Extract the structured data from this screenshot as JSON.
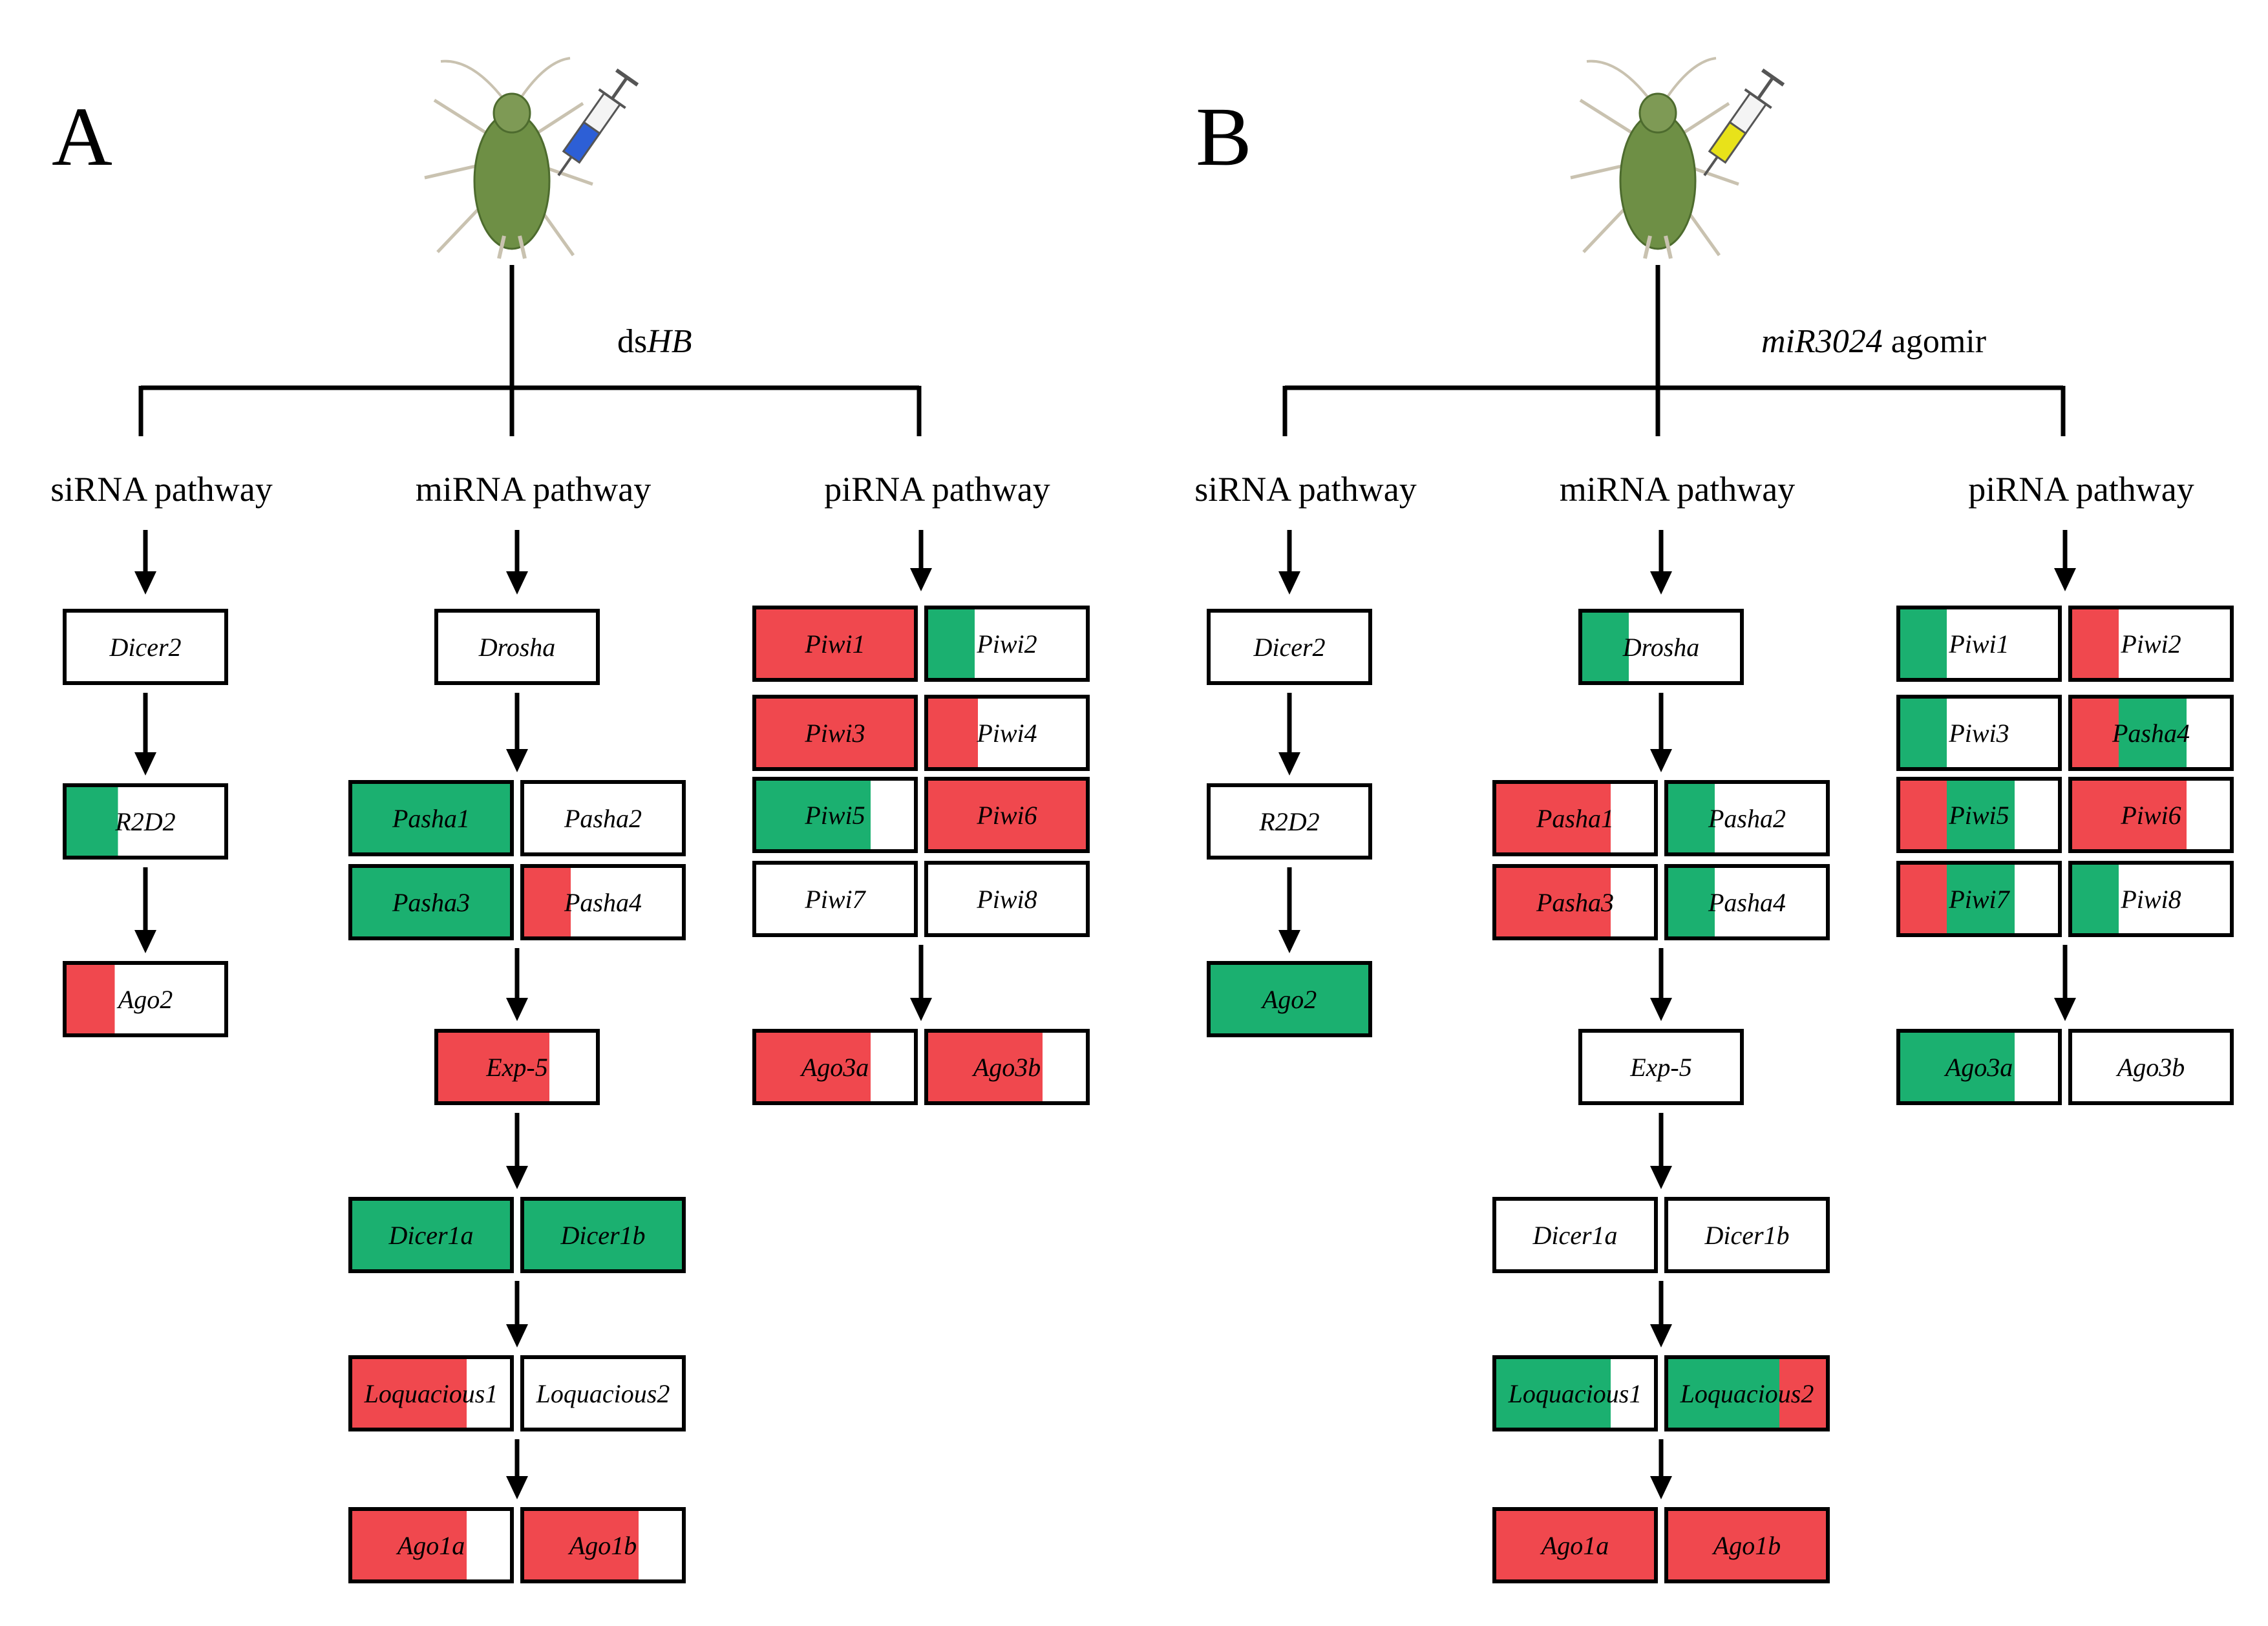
{
  "colors": {
    "up": "#f0484e",
    "down": "#1bb070",
    "none": "#ffffff",
    "stroke": "#000000",
    "aphid_body": "#6e8f45",
    "syringe_A": "#2d5fd6",
    "syringe_B": "#e8e21a"
  },
  "panels": [
    {
      "letter": "A",
      "treatment_parts": [
        {
          "text": "ds",
          "italic": false
        },
        {
          "text": "HB",
          "italic": true
        }
      ],
      "syringe_color": "blue",
      "pathways": [
        {
          "name": "siRNA pathway",
          "rows": [
            [
              {
                "label": "Dicer2",
                "colors": [
                  "none"
                ]
              }
            ],
            [
              {
                "label": "R2D2",
                "colors": [
                  "down",
                  "none"
                ],
                "split": 0.33
              }
            ],
            [
              {
                "label": "Ago2",
                "colors": [
                  "up",
                  "none"
                ],
                "split": 0.31
              }
            ]
          ]
        },
        {
          "name": "miRNA pathway",
          "rows": [
            [
              {
                "label": "Drosha",
                "colors": [
                  "none"
                ]
              }
            ],
            [
              {
                "label": "Pasha1",
                "colors": [
                  "down"
                ]
              },
              {
                "label": "Pasha2",
                "colors": [
                  "none"
                ]
              }
            ],
            [
              {
                "label": "Pasha3",
                "colors": [
                  "down"
                ]
              },
              {
                "label": "Pasha4",
                "colors": [
                  "up",
                  "none"
                ],
                "split": 0.3
              }
            ],
            [
              {
                "label": "Exp-5",
                "colors": [
                  "up",
                  "none"
                ],
                "split": 0.7
              }
            ],
            [
              {
                "label": "Dicer1a",
                "colors": [
                  "down"
                ]
              },
              {
                "label": "Dicer1b",
                "colors": [
                  "down"
                ]
              }
            ],
            [
              {
                "label": "Loquacious1",
                "colors": [
                  "up",
                  "none"
                ],
                "split": 0.72
              },
              {
                "label": "Loquacious2",
                "colors": [
                  "none"
                ]
              }
            ],
            [
              {
                "label": "Ago1a",
                "colors": [
                  "up",
                  "none"
                ],
                "split": 0.72
              },
              {
                "label": "Ago1b",
                "colors": [
                  "up",
                  "none"
                ],
                "split": 0.72
              }
            ]
          ]
        },
        {
          "name": "piRNA pathway",
          "rows": [
            [
              {
                "label": "Piwi1",
                "colors": [
                  "up"
                ]
              },
              {
                "label": "Piwi2",
                "colors": [
                  "down",
                  "none"
                ],
                "split": 0.3
              }
            ],
            [
              {
                "label": "Piwi3",
                "colors": [
                  "up"
                ]
              },
              {
                "label": "Piwi4",
                "colors": [
                  "up",
                  "none"
                ],
                "split": 0.32
              }
            ],
            [
              {
                "label": "Piwi5",
                "colors": [
                  "down",
                  "none"
                ],
                "split": 0.72
              },
              {
                "label": "Piwi6",
                "colors": [
                  "up"
                ]
              }
            ],
            [
              {
                "label": "Piwi7",
                "colors": [
                  "none"
                ]
              },
              {
                "label": "Piwi8",
                "colors": [
                  "none"
                ]
              }
            ],
            [
              {
                "label": "Ago3a",
                "colors": [
                  "up",
                  "none"
                ],
                "split": 0.72
              },
              {
                "label": "Ago3b",
                "colors": [
                  "up",
                  "none"
                ],
                "split": 0.72
              }
            ]
          ]
        }
      ]
    },
    {
      "letter": "B",
      "treatment_parts": [
        {
          "text": "miR3024",
          "italic": true
        },
        {
          "text": " agomir",
          "italic": false
        }
      ],
      "syringe_color": "yellow",
      "pathways": [
        {
          "name": "siRNA pathway",
          "rows": [
            [
              {
                "label": "Dicer2",
                "colors": [
                  "none"
                ]
              }
            ],
            [
              {
                "label": "R2D2",
                "colors": [
                  "none"
                ]
              }
            ],
            [
              {
                "label": "Ago2",
                "colors": [
                  "down"
                ]
              }
            ]
          ]
        },
        {
          "name": "miRNA pathway",
          "rows": [
            [
              {
                "label": "Drosha",
                "colors": [
                  "down",
                  "none"
                ],
                "split": 0.3
              }
            ],
            [
              {
                "label": "Pasha1",
                "colors": [
                  "up",
                  "none"
                ],
                "split": 0.72
              },
              {
                "label": "Pasha2",
                "colors": [
                  "down",
                  "none"
                ],
                "split": 0.3
              }
            ],
            [
              {
                "label": "Pasha3",
                "colors": [
                  "up",
                  "none"
                ],
                "split": 0.72
              },
              {
                "label": "Pasha4",
                "colors": [
                  "down",
                  "none"
                ],
                "split": 0.3
              }
            ],
            [
              {
                "label": "Exp-5",
                "colors": [
                  "none"
                ]
              }
            ],
            [
              {
                "label": "Dicer1a",
                "colors": [
                  "none"
                ]
              },
              {
                "label": "Dicer1b",
                "colors": [
                  "none"
                ]
              }
            ],
            [
              {
                "label": "Loquacious1",
                "colors": [
                  "down",
                  "none"
                ],
                "split": 0.72
              },
              {
                "label": "Loquacious2",
                "colors": [
                  "down",
                  "up"
                ],
                "split": 0.7
              }
            ],
            [
              {
                "label": "Ago1a",
                "colors": [
                  "up"
                ]
              },
              {
                "label": "Ago1b",
                "colors": [
                  "up"
                ]
              }
            ]
          ]
        },
        {
          "name": "piRNA pathway",
          "rows": [
            [
              {
                "label": "Piwi1",
                "colors": [
                  "down",
                  "none"
                ],
                "split": 0.3
              },
              {
                "label": "Piwi2",
                "colors": [
                  "up",
                  "none"
                ],
                "split": 0.3
              }
            ],
            [
              {
                "label": "Piwi3",
                "colors": [
                  "down",
                  "none"
                ],
                "split": 0.3
              },
              {
                "label": "Pasha4",
                "colors": [
                  "up",
                  "down",
                  "none"
                ],
                "split": 0.3,
                "split2": 0.72
              }
            ],
            [
              {
                "label": "Piwi5",
                "colors": [
                  "up",
                  "down",
                  "none"
                ],
                "split": 0.3,
                "split2": 0.72
              },
              {
                "label": "Piwi6",
                "colors": [
                  "up",
                  "none"
                ],
                "split": 0.72
              }
            ],
            [
              {
                "label": "Piwi7",
                "colors": [
                  "up",
                  "down",
                  "none"
                ],
                "split": 0.3,
                "split2": 0.72
              },
              {
                "label": "Piwi8",
                "colors": [
                  "down",
                  "none"
                ],
                "split": 0.3
              }
            ],
            [
              {
                "label": "Ago3a",
                "colors": [
                  "down",
                  "none"
                ],
                "split": 0.72
              },
              {
                "label": "Ago3b",
                "colors": [
                  "none"
                ]
              }
            ]
          ]
        }
      ]
    }
  ]
}
